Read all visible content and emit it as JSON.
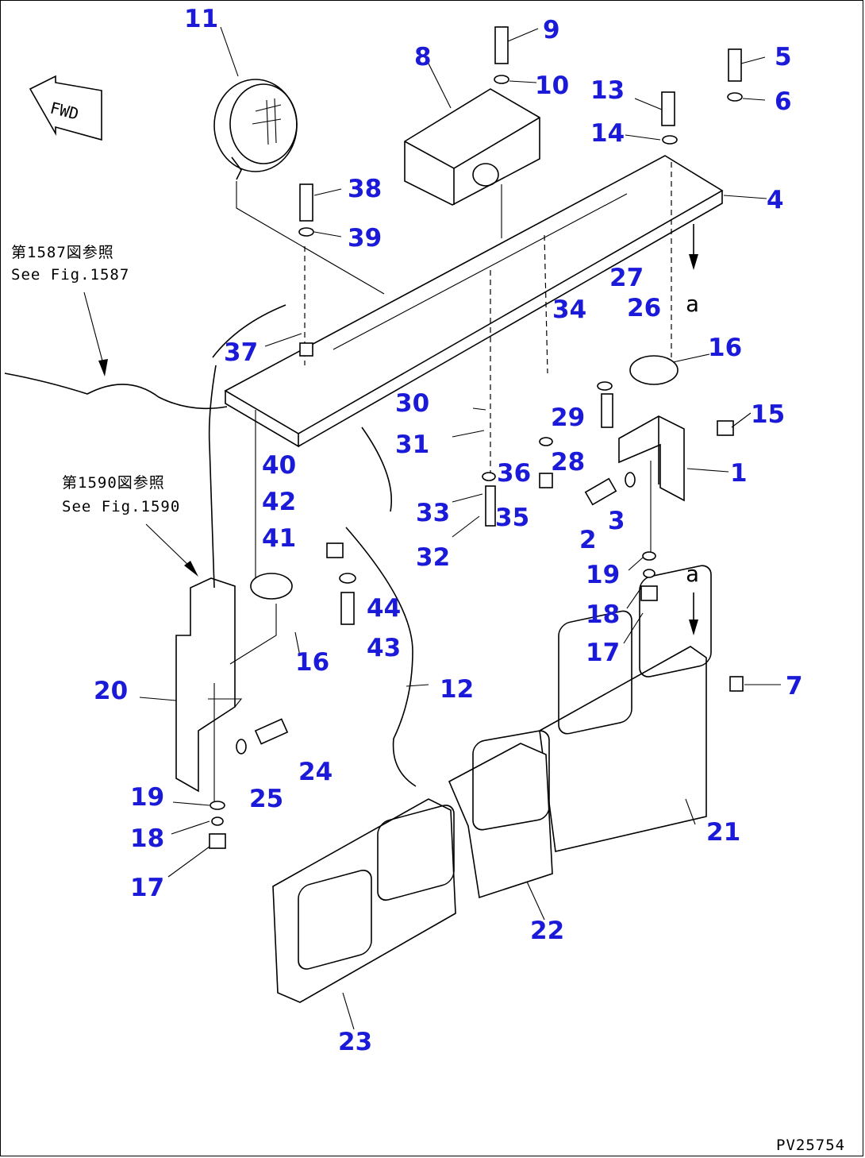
{
  "figure": {
    "drawing_number": "PV25754",
    "fwd_label": "FWD",
    "view_marks": [
      "a",
      "a"
    ],
    "ref_notes": [
      {
        "jp": "第1587図参照",
        "en": "See Fig.1587"
      },
      {
        "jp": "第1590図参照",
        "en": "See Fig.1590"
      }
    ],
    "part_labels": [
      "1",
      "2",
      "3",
      "4",
      "5",
      "6",
      "7",
      "8",
      "9",
      "10",
      "11",
      "12",
      "13",
      "14",
      "15",
      "16",
      "16",
      "17",
      "17",
      "18",
      "18",
      "19",
      "19",
      "20",
      "21",
      "22",
      "23",
      "24",
      "25",
      "26",
      "27",
      "28",
      "29",
      "30",
      "31",
      "32",
      "33",
      "34",
      "35",
      "36",
      "37",
      "38",
      "39",
      "40",
      "41",
      "42",
      "43",
      "44"
    ]
  }
}
